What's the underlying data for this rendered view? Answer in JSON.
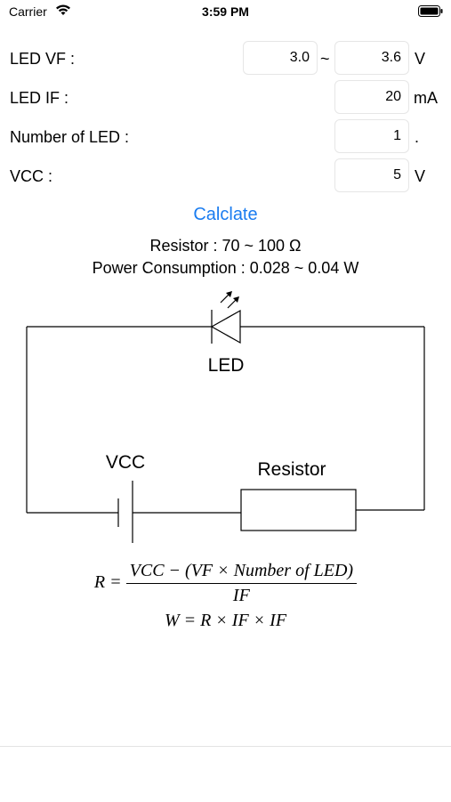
{
  "status_bar": {
    "carrier": "Carrier",
    "time": "3:59 PM",
    "wifi_icon": "wifi-icon",
    "battery_icon": "battery-icon"
  },
  "form": {
    "led_vf": {
      "label": "LED VF :",
      "min": "3.0",
      "separator": "~",
      "max": "3.6",
      "unit": "V"
    },
    "led_if": {
      "label": "LED IF :",
      "value": "20",
      "unit": "mA"
    },
    "led_count": {
      "label": "Number of LED :",
      "value": "1",
      "unit": "."
    },
    "vcc": {
      "label": "VCC :",
      "value": "5",
      "unit": "V"
    }
  },
  "calculate_label": "Calclate",
  "results": {
    "resistor": "Resistor : 70 ~ 100 Ω",
    "power": "Power Consumption : 0.028 ~ 0.04 W"
  },
  "diagram": {
    "led_label": "LED",
    "vcc_label": "VCC",
    "resistor_label": "Resistor"
  },
  "formula": {
    "r_lhs": "R =",
    "r_numerator": "VCC − (VF × Number of LED)",
    "r_denominator": "IF",
    "w": "W = R × IF × IF"
  },
  "colors": {
    "accent": "#1a7cf0",
    "field_border": "#e6e6e6"
  }
}
